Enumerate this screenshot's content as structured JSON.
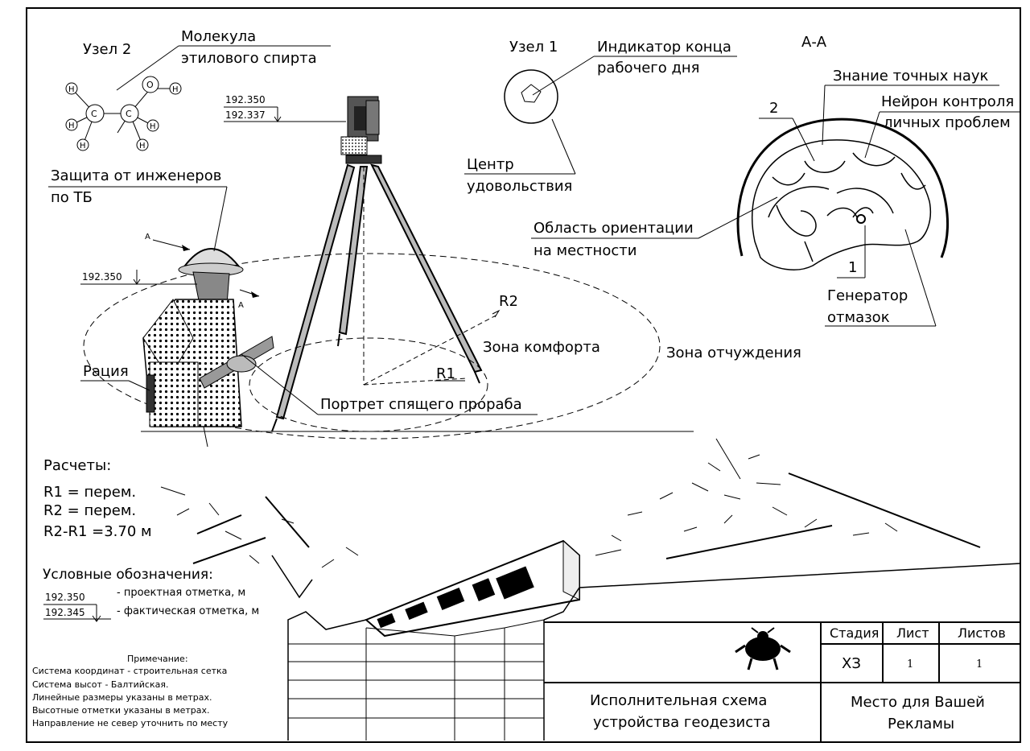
{
  "node2": {
    "title": "Узел 2",
    "callout_line1": "Молекула",
    "callout_line2": "этилового спирта",
    "atoms": {
      "hydrogen": "H",
      "carbon": "C",
      "oxygen": "O"
    }
  },
  "node1": {
    "title": "Узел 1",
    "indicator_line1": "Индикатор конца",
    "indicator_line2": "рабочего дня",
    "center_line1": "Центр",
    "center_line2": "удовольствия"
  },
  "section_aa": {
    "title": "А-А",
    "exact_sciences": "Знание точных наук",
    "neuron_line1": "Нейрон контроля",
    "neuron_line2": "личных проблем",
    "orientation_line1": "Область ориентации",
    "orientation_line2": "на местности",
    "generator_line1": "Генератор",
    "generator_line2": "отмазок",
    "mark_1": "1",
    "mark_2": "2"
  },
  "instrument_marks": {
    "design": "192.350",
    "actual": "192.337"
  },
  "worker": {
    "protection_line1": "Защита от инженеров",
    "protection_line2": "по ТБ",
    "mark": "192.350",
    "arrow_label_1": "А",
    "arrow_label_2": "А",
    "radio": "Рация"
  },
  "zones": {
    "comfort": "Зона комфорта",
    "alienation": "Зона отчуждения",
    "r1": "R1",
    "r2": "R2",
    "portrait": "Портрет спящего прораба"
  },
  "calculations": {
    "title": "Расчеты:",
    "line1": "R1 = перем.",
    "line2": "R2 = перем.",
    "line3": "R2-R1 =3.70  м"
  },
  "legend": {
    "title": "Условные обозначения:",
    "design_value": "192.350",
    "actual_value": "192.345",
    "design_text": "- проектная отметка, м",
    "actual_text": "- фактическая отметка, м"
  },
  "notes": {
    "title": "Примечание:",
    "line1": "Система координат -         строительная сетка",
    "line2": "Система высот - Балтийская.",
    "line3": "Линейные размеры указаны в метрах.",
    "line4": "Высотные отметки указаны в метрах.",
    "line5": "Направление не север уточнить по месту"
  },
  "title_block": {
    "stage_header": "Стадия",
    "sheet_header": "Лист",
    "sheets_header": "Листов",
    "stage_value": "ХЗ",
    "sheet_value": "1",
    "sheets_value": "1",
    "title_line1": "Исполнительная схема",
    "title_line2": "устройства геодезиста",
    "ad_line1": "Место для Вашей",
    "ad_line2": "Рекламы",
    "logo_icon": "beetle-icon"
  }
}
